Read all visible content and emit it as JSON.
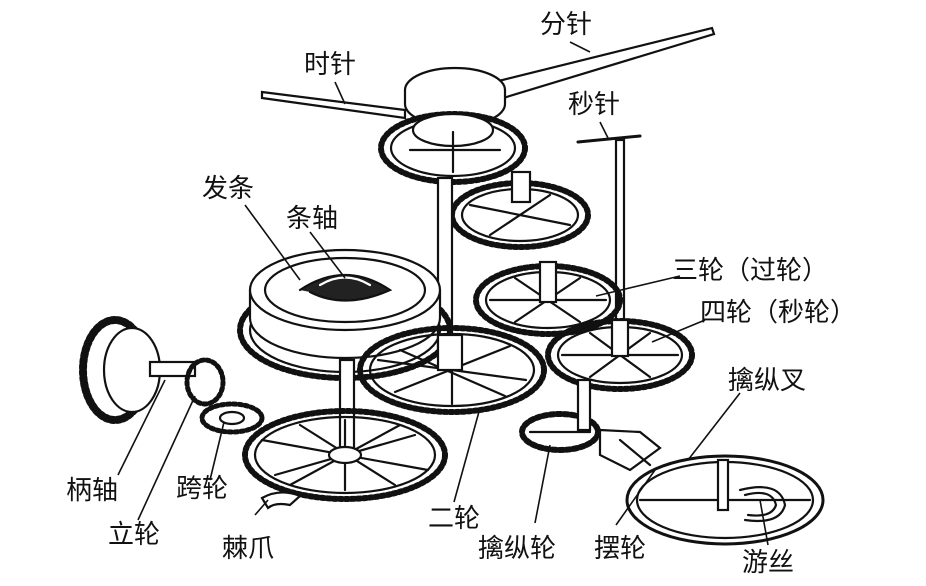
{
  "labels": {
    "minute_hand": "分针",
    "hour_hand": "时针",
    "second_hand": "秒针",
    "mainspring": "发条",
    "barrel_arbor": "条轴",
    "third_wheel": "三轮（过轮）",
    "fourth_wheel": "四轮（秒轮）",
    "pallet_fork": "擒纵叉",
    "winding_stem": "柄轴",
    "crown_wheel": "跨轮",
    "winding_pinion": "立轮",
    "click": "棘爪",
    "center_wheel": "二轮",
    "escape_wheel": "擒纵轮",
    "balance_wheel": "摆轮",
    "hairspring": "游丝"
  }
}
